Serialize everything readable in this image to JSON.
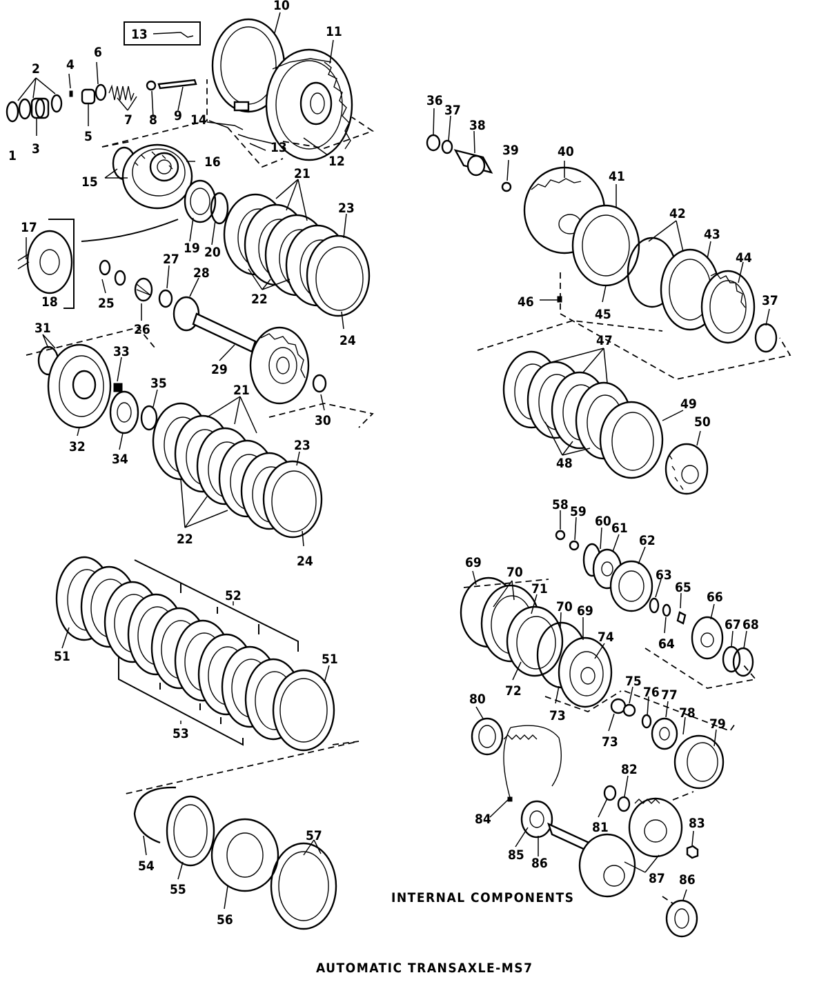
{
  "caption_internal": "INTERNAL COMPONENTS",
  "caption_title": "AUTOMATIC TRANSAXLE-MS7",
  "callouts": [
    {
      "label": "1"
    },
    {
      "label": "2"
    },
    {
      "label": "3"
    },
    {
      "label": "4"
    },
    {
      "label": "5"
    },
    {
      "label": "6"
    },
    {
      "label": "7"
    },
    {
      "label": "8"
    },
    {
      "label": "9"
    },
    {
      "label": "10"
    },
    {
      "label": "11"
    },
    {
      "label": "12"
    },
    {
      "label": "13"
    },
    {
      "label": "13"
    },
    {
      "label": "14"
    },
    {
      "label": "15"
    },
    {
      "label": "16"
    },
    {
      "label": "17"
    },
    {
      "label": "18"
    },
    {
      "label": "19"
    },
    {
      "label": "20"
    },
    {
      "label": "21"
    },
    {
      "label": "22"
    },
    {
      "label": "23"
    },
    {
      "label": "24"
    },
    {
      "label": "25"
    },
    {
      "label": "26"
    },
    {
      "label": "27"
    },
    {
      "label": "28"
    },
    {
      "label": "29"
    },
    {
      "label": "30"
    },
    {
      "label": "31"
    },
    {
      "label": "32"
    },
    {
      "label": "33"
    },
    {
      "label": "34"
    },
    {
      "label": "35"
    },
    {
      "label": "21"
    },
    {
      "label": "23"
    },
    {
      "label": "22"
    },
    {
      "label": "24"
    },
    {
      "label": "36"
    },
    {
      "label": "37"
    },
    {
      "label": "38"
    },
    {
      "label": "39"
    },
    {
      "label": "40"
    },
    {
      "label": "41"
    },
    {
      "label": "42"
    },
    {
      "label": "43"
    },
    {
      "label": "44"
    },
    {
      "label": "37"
    },
    {
      "label": "46"
    },
    {
      "label": "45"
    },
    {
      "label": "47"
    },
    {
      "label": "49"
    },
    {
      "label": "50"
    },
    {
      "label": "48"
    },
    {
      "label": "58"
    },
    {
      "label": "59"
    },
    {
      "label": "60"
    },
    {
      "label": "61"
    },
    {
      "label": "62"
    },
    {
      "label": "63"
    },
    {
      "label": "65"
    },
    {
      "label": "64"
    },
    {
      "label": "66"
    },
    {
      "label": "67"
    },
    {
      "label": "68"
    },
    {
      "label": "64"
    },
    {
      "label": "69"
    },
    {
      "label": "70"
    },
    {
      "label": "71"
    },
    {
      "label": "70"
    },
    {
      "label": "69"
    },
    {
      "label": "74"
    },
    {
      "label": "72"
    },
    {
      "label": "73"
    },
    {
      "label": "75"
    },
    {
      "label": "76"
    },
    {
      "label": "77"
    },
    {
      "label": "78"
    },
    {
      "label": "79"
    },
    {
      "label": "73"
    },
    {
      "label": "80"
    },
    {
      "label": "82"
    },
    {
      "label": "81"
    },
    {
      "label": "84"
    },
    {
      "label": "85"
    },
    {
      "label": "86"
    },
    {
      "label": "87"
    },
    {
      "label": "83"
    },
    {
      "label": "86"
    },
    {
      "label": "52"
    },
    {
      "label": "51"
    },
    {
      "label": "51"
    },
    {
      "label": "53"
    },
    {
      "label": "54"
    },
    {
      "label": "55"
    },
    {
      "label": "56"
    },
    {
      "label": "57"
    }
  ]
}
